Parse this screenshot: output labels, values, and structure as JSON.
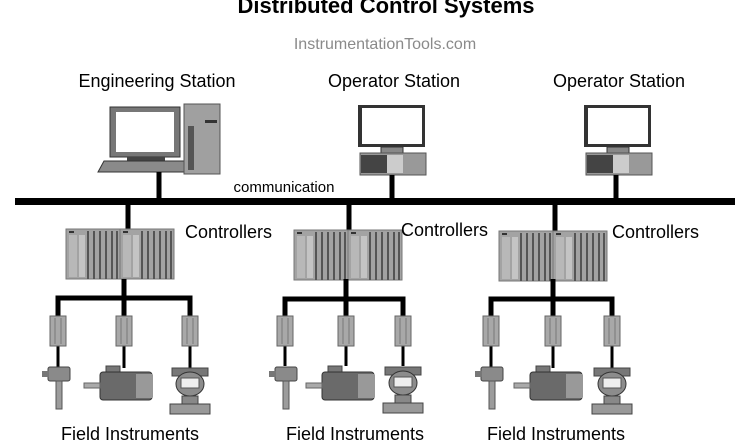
{
  "title": "Distributed Control Systems",
  "watermark": "InstrumentationTools.com",
  "bus_label": "communication",
  "stations": [
    {
      "label": "Engineering Station",
      "type": "engineering"
    },
    {
      "label": "Operator Station",
      "type": "operator"
    },
    {
      "label": "Operator Station",
      "type": "operator"
    }
  ],
  "controller_groups": [
    {
      "label": "Controllers",
      "field_label": "Field Instruments"
    },
    {
      "label": "Controllers",
      "field_label": "Field Instruments"
    },
    {
      "label": "Controllers",
      "field_label": "Field Instruments"
    }
  ],
  "colors": {
    "line": "#000000",
    "device": "#9a9a9a",
    "device_dark": "#5a5a5a",
    "screen": "#ffffff"
  }
}
